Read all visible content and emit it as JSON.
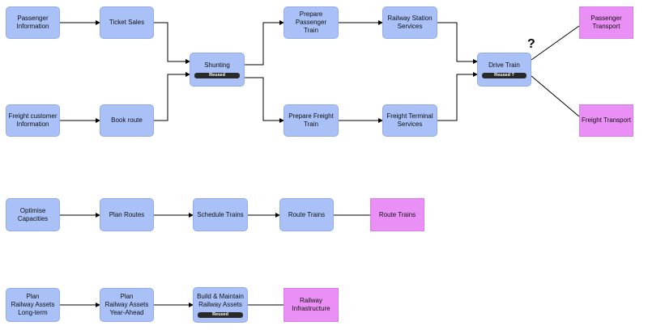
{
  "nodes": {
    "passenger_information": {
      "label": "Passenger\nInformation"
    },
    "ticket_sales": {
      "label": "Ticket Sales"
    },
    "shunting": {
      "label": "Shunting",
      "badge": "Reused"
    },
    "prepare_passenger_train": {
      "label": "Prepare Passenger\nTrain"
    },
    "railway_station_services": {
      "label": "Railway Station\nServices"
    },
    "drive_train": {
      "label": "Drive Train",
      "badge": "Reused ?"
    },
    "passenger_transport": {
      "label": "Passenger\nTransport"
    },
    "freight_customer_information": {
      "label": "Freight customer\nInformation"
    },
    "book_route": {
      "label": "Book route"
    },
    "prepare_freight_train": {
      "label": "Prepare  Freight\nTrain"
    },
    "freight_terminal_services": {
      "label": "Freight Terminal\nServices"
    },
    "freight_transport": {
      "label": "Freight Transport"
    },
    "optimise_capacities": {
      "label": "Optimise Capacities"
    },
    "plan_routes": {
      "label": "Plan Routes"
    },
    "schedule_trains": {
      "label": "Schedule Trains"
    },
    "route_trains": {
      "label": "Route Trains"
    },
    "route_trains_result": {
      "label": "Route Trains"
    },
    "plan_railway_assets_long_term": {
      "label": "Plan\nRailway Assets\nLong-term"
    },
    "plan_railway_assets_year_ahead": {
      "label": "Plan\nRailway Assets\nYear-Ahead"
    },
    "build_maintain_railway_assets": {
      "label": "Build & Maintain\nRailway Assets",
      "badge": "Reused"
    },
    "railway_infrastructure": {
      "label": "Railway\nInfrastructure"
    }
  },
  "question_mark": "?",
  "colors": {
    "process_fill": "#a9c1f7",
    "result_fill": "#ea8ff5",
    "badge_fill": "#2a2a2a",
    "line": "#000000"
  }
}
